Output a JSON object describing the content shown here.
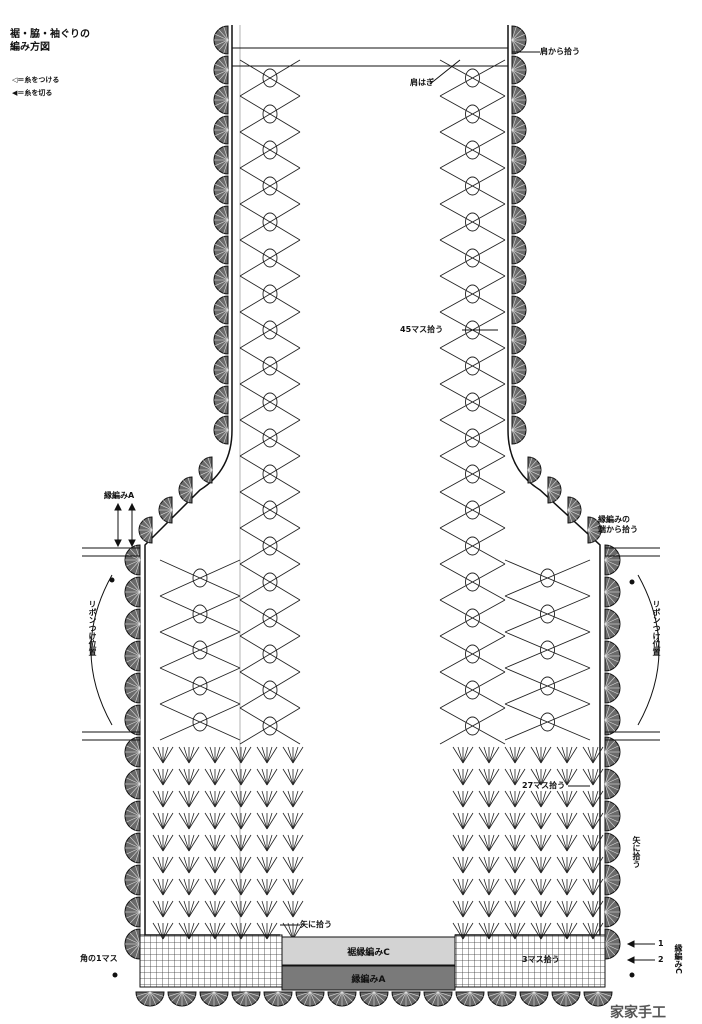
{
  "title": {
    "line1": "裾・脇・袖ぐりの",
    "line2": "編み方図"
  },
  "legend": {
    "attach": "◁＝糸をつける",
    "cut": "◀＝糸を切る"
  },
  "labels": {
    "shoulder_pickup": "肩から拾う",
    "shoulder_seam": "肩はぎ",
    "stitches_45": "45マス拾う",
    "edge_a_left": "縁編みA",
    "edge_a_right_1": "縁編みの",
    "edge_a_right_2": "端から拾う",
    "ribbon_left": "リボンつけ位置",
    "ribbon_right": "リボンつけ位置",
    "stitches_27": "27マス拾う",
    "pickup_diag_right": "矢に拾う",
    "pickup_diag_bottom": "矢に拾う",
    "stitches_3": "3マス拾う",
    "corner_1": "角の1マス",
    "edge_c_side_1": "縁編み",
    "edge_c_side_2": "C",
    "arrow_1": "1",
    "arrow_2": "2",
    "watermark": "家家手工"
  },
  "bands": {
    "hem_c": "裾縁編みC",
    "hem_a": "縁編みA"
  },
  "colors": {
    "ink": "#111111",
    "scallop_fill": "#6a6a6a",
    "band_c": "#d3d3d3",
    "band_a": "#7a7a7a",
    "grid": "#333333"
  }
}
